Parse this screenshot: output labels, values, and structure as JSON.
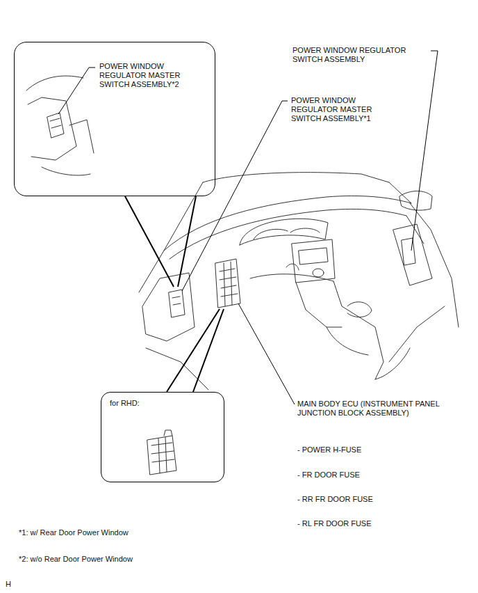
{
  "diagram": {
    "nodes": [
      {
        "text": [
          "POWER WINDOW REGULATOR MASTER SWITCH ASSEMBLY*2"
        ]
      },
      {
        "text": [
          "for RHD:"
        ]
      }
    ],
    "labels": [
      "POWER WINDOW REGULATOR SWITCH ASSEMBLY",
      "POWER WINDOW REGULATOR MASTER SWITCH ASSEMBLY*1",
      "MAIN BODY ECU (INSTRUMENT PANEL JUNCTION BLOCK ASSEMBLY)",
      "- POWER H-FUSE",
      "- FR DOOR FUSE",
      "- RR FR DOOR FUSE",
      "- RL FR DOOR FUSE",
      "*1: w/ Rear Door Power Window",
      "*2: w/o Rear Door Power Window",
      "H"
    ]
  }
}
